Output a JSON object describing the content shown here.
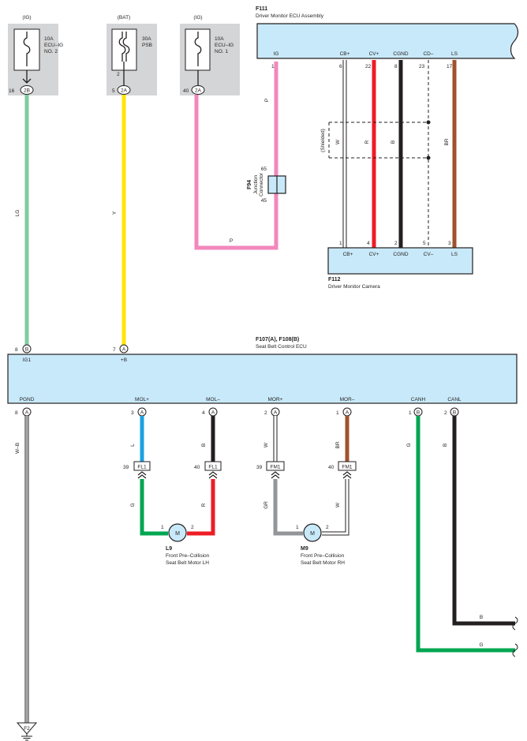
{
  "fuses": [
    {
      "id": "fuse-ecu-ig2",
      "supply": "(IG)",
      "rating": "10A",
      "name_l1": "ECU–IG",
      "name_l2": "NO. 2",
      "pin": "16",
      "conn": "2B"
    },
    {
      "id": "fuse-psb",
      "supply": "(BAT)",
      "rating": "30A",
      "name_l1": "PSB",
      "name_l2": "",
      "pin": "5",
      "conn": "2A",
      "inner_pin": "2"
    },
    {
      "id": "fuse-ecu-ig1",
      "supply": "(IG)",
      "rating": "10A",
      "name_l1": "ECU–IG",
      "name_l2": "NO. 1",
      "pin": "40",
      "conn": "2A"
    }
  ],
  "components": {
    "f111": {
      "code": "F111",
      "name": "Driver Monitor ECU Assembly",
      "pins": [
        {
          "label": "IG",
          "num": "1"
        },
        {
          "label": "CB+",
          "num": "6"
        },
        {
          "label": "CV+",
          "num": "22"
        },
        {
          "label": "CGND",
          "num": "8"
        },
        {
          "label": "CD–",
          "num": "23"
        },
        {
          "label": "LS",
          "num": "17"
        }
      ]
    },
    "f112": {
      "code": "F112",
      "name": "Driver Monitor Camera",
      "pins": [
        {
          "label": "CB+",
          "num": "1"
        },
        {
          "label": "CV+",
          "num": "4"
        },
        {
          "label": "CGND",
          "num": "2"
        },
        {
          "label": "CV–",
          "num": "5"
        },
        {
          "label": "LS",
          "num": "3"
        }
      ]
    },
    "f94": {
      "code": "F94",
      "name_l1": "Junction",
      "name_l2": "Connector",
      "pin_top": "65",
      "pin_bottom": "45"
    },
    "ecu": {
      "code": "F107(A), F108(B)",
      "name": "Seat Belt Control ECU",
      "top_pins": [
        {
          "label": "IG1",
          "num": "8",
          "conn": "B"
        },
        {
          "label": "+B",
          "num": "7",
          "conn": "A"
        }
      ],
      "bottom_pins": [
        {
          "label": "PGND",
          "num": "8",
          "conn": "A"
        },
        {
          "label": "MOL+",
          "num": "3",
          "conn": "A"
        },
        {
          "label": "MOL–",
          "num": "4",
          "conn": "A"
        },
        {
          "label": "MOR+",
          "num": "2",
          "conn": "A"
        },
        {
          "label": "MOR–",
          "num": "1",
          "conn": "A"
        },
        {
          "label": "CANH",
          "num": "1",
          "conn": "B"
        },
        {
          "label": "CANL",
          "num": "2",
          "conn": "B"
        }
      ]
    },
    "l9": {
      "code": "L9",
      "name_l1": "Front Pre–Collision",
      "name_l2": "Seat Belt Motor LH",
      "pin1": "1",
      "pin2": "2",
      "symbol": "M"
    },
    "m9": {
      "code": "M9",
      "name_l1": "Front Pre–Collision",
      "name_l2": "Seat Belt Motor RH",
      "pin1": "1",
      "pin2": "2",
      "symbol": "M"
    },
    "ground": {
      "code": "F2"
    }
  },
  "inline_connectors": [
    {
      "num": "39",
      "name": "FL1"
    },
    {
      "num": "40",
      "name": "FL1"
    },
    {
      "num": "39",
      "name": "FM1"
    },
    {
      "num": "40",
      "name": "FM1"
    }
  ],
  "shield_label": "(Shielded)",
  "wire_labels": {
    "lg": "LG",
    "y": "Y",
    "p_vert": "P",
    "p_horiz": "P",
    "w_cb": "W",
    "r_cv": "R",
    "b_cgnd": "B",
    "br_ls": "BR",
    "wb_pgnd": "W–B",
    "l_mol": "L",
    "b_mol": "B",
    "w_mor": "W",
    "br_mor": "BR",
    "g_canh": "G",
    "b_canl": "B",
    "g_l9": "G",
    "r_l9": "R",
    "gr_m9": "GR",
    "w_m9": "W",
    "b_canl_out": "B",
    "g_canh_out": "G"
  },
  "colors": {
    "LG": "#7fcd9f",
    "Y": "#ffe600",
    "P": "#f287bc",
    "R": "#ee1c25",
    "B": "#231f20",
    "W": "#ffffff",
    "BR": "#a0522d",
    "L": "#1ba1e2",
    "G": "#00a651",
    "GR": "#939598",
    "ecu_fill": "#c8e9f9",
    "fuse_box": "#d4d5d6"
  }
}
